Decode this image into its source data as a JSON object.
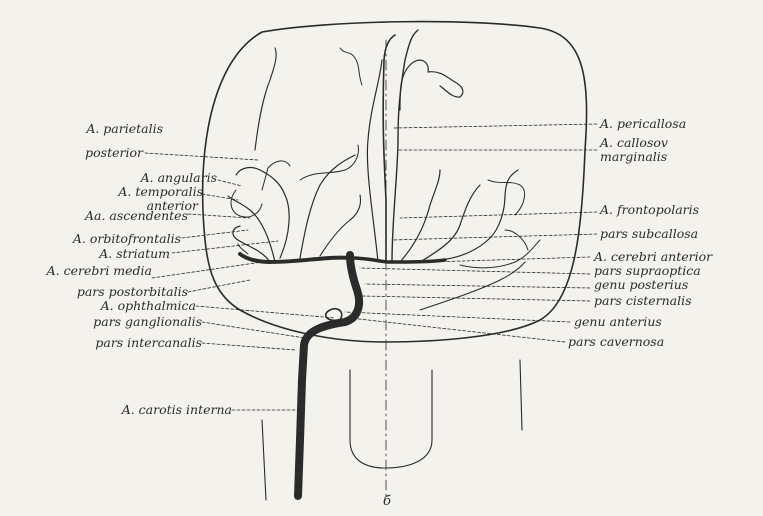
{
  "figure": {
    "panel_letter": "б",
    "labels_left": [
      "A. parietalis",
      "posterior",
      "A. angularis",
      "A. temporalis",
      "anterior",
      "Aa. ascendentes",
      "A. orbitofrontalis",
      "A. striatum",
      "A. cerebri media",
      "pars postorbitalis",
      "A. ophthalmica",
      "pars ganglionalis",
      "pars intercanalis",
      "A. carotis interna"
    ],
    "labels_right": [
      "A. pericallosa",
      "A. callosov",
      "marginalis",
      "A. frontopolaris",
      "pars subcallosa",
      "A. cerebri anterior",
      "pars supraoptica",
      "genu posterius",
      "pars cisternalis",
      "genu anterius",
      "pars cavernosa"
    ]
  },
  "colors": {
    "ink": "#2b2b2b",
    "paper": "#f4f2ec"
  }
}
